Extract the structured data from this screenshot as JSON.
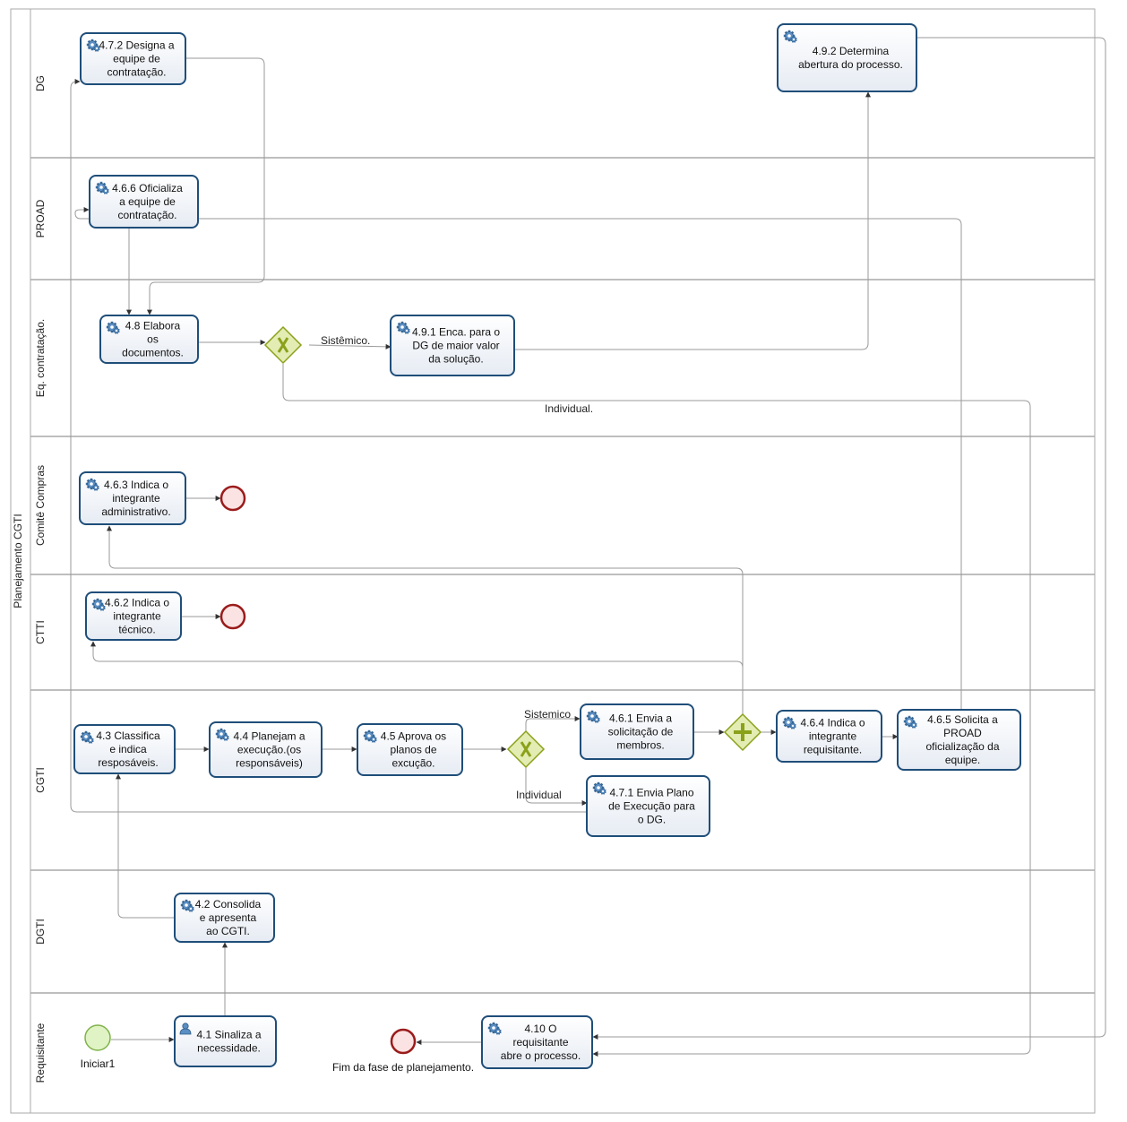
{
  "pool": {
    "label": "Planejamento CGTI"
  },
  "lanes": [
    {
      "id": "dg",
      "label": "DG"
    },
    {
      "id": "proad",
      "label": "PROAD"
    },
    {
      "id": "eq",
      "label": "Eq. contratação."
    },
    {
      "id": "comite",
      "label": "Comitê Compras"
    },
    {
      "id": "ctti",
      "label": "CTTI"
    },
    {
      "id": "cgti",
      "label": "CGTI"
    },
    {
      "id": "dgti",
      "label": "DGTI"
    },
    {
      "id": "req",
      "label": "Requisitante"
    }
  ],
  "tasks": [
    {
      "id": "t472",
      "type": "service",
      "lines": [
        "4.7.2 Designa a",
        "equipe de",
        "contratação."
      ]
    },
    {
      "id": "t492",
      "type": "service",
      "lines": [
        "4.9.2 Determina",
        "abertura do processo."
      ]
    },
    {
      "id": "t466",
      "type": "service",
      "lines": [
        "4.6.6 Oficializa",
        "a equipe de",
        "contratação."
      ]
    },
    {
      "id": "t48",
      "type": "service",
      "lines": [
        "4.8 Elabora",
        "os",
        "documentos."
      ]
    },
    {
      "id": "t491",
      "type": "service",
      "lines": [
        "4.9.1 Enca. para o",
        "DG de maior valor",
        "da solução."
      ]
    },
    {
      "id": "t463",
      "type": "service",
      "lines": [
        "4.6.3 Indica o",
        "integrante",
        "administrativo."
      ]
    },
    {
      "id": "t462",
      "type": "service",
      "lines": [
        "4.6.2 Indica o",
        "integrante",
        "técnico."
      ]
    },
    {
      "id": "t43",
      "type": "service",
      "lines": [
        "4.3 Classifica",
        "e indica",
        "resposáveis."
      ]
    },
    {
      "id": "t44",
      "type": "service",
      "lines": [
        "4.4 Planejam a",
        "execução.(os",
        "responsáveis)"
      ]
    },
    {
      "id": "t45",
      "type": "service",
      "lines": [
        "4.5 Aprova os",
        "planos de",
        "excução."
      ]
    },
    {
      "id": "t461",
      "type": "service",
      "lines": [
        "4.6.1 Envia a",
        "solicitação de",
        "membros."
      ]
    },
    {
      "id": "t464",
      "type": "service",
      "lines": [
        "4.6.4 Indica o",
        "integrante",
        "requisitante."
      ]
    },
    {
      "id": "t465",
      "type": "service",
      "lines": [
        "4.6.5 Solicita a",
        "PROAD",
        "oficialização da",
        "equipe."
      ]
    },
    {
      "id": "t471",
      "type": "service",
      "lines": [
        "4.7.1 Envia Plano",
        "de Execução para",
        "o DG."
      ]
    },
    {
      "id": "t42",
      "type": "service",
      "lines": [
        "4.2 Consolida",
        "e apresenta",
        "ao CGTI."
      ]
    },
    {
      "id": "t41",
      "type": "user",
      "lines": [
        "4.1 Sinaliza a",
        "necessidade."
      ]
    },
    {
      "id": "t410",
      "type": "service",
      "lines": [
        "4.10 O",
        "requisitante",
        "abre o processo."
      ]
    }
  ],
  "gateways": [
    {
      "id": "gw1",
      "type": "exclusive"
    },
    {
      "id": "gw2",
      "type": "exclusive"
    },
    {
      "id": "gw3",
      "type": "parallel"
    }
  ],
  "events": [
    {
      "id": "start1",
      "type": "start",
      "label": "Iniciar1"
    },
    {
      "id": "end1",
      "type": "end",
      "label": ""
    },
    {
      "id": "end2",
      "type": "end",
      "label": ""
    },
    {
      "id": "end3",
      "type": "end",
      "label": "Fim da fase de planejamento."
    }
  ],
  "flow_labels": {
    "sistemico_eq": "Sistêmico.",
    "individual_eq": "Individual.",
    "sistemico_cgti": "Sistemico",
    "individual_cgti": "Individual"
  },
  "colors": {
    "task_stroke": "#1f4e79",
    "gateway_fill": "#e3ecb2",
    "gateway_stroke": "#8aa11a",
    "start_fill": "#dff3c4",
    "start_stroke": "#7fb24a",
    "end_stroke": "#9b1c1c",
    "end_fill": "#fbe3e3",
    "lane_border": "#a9a9a9"
  }
}
